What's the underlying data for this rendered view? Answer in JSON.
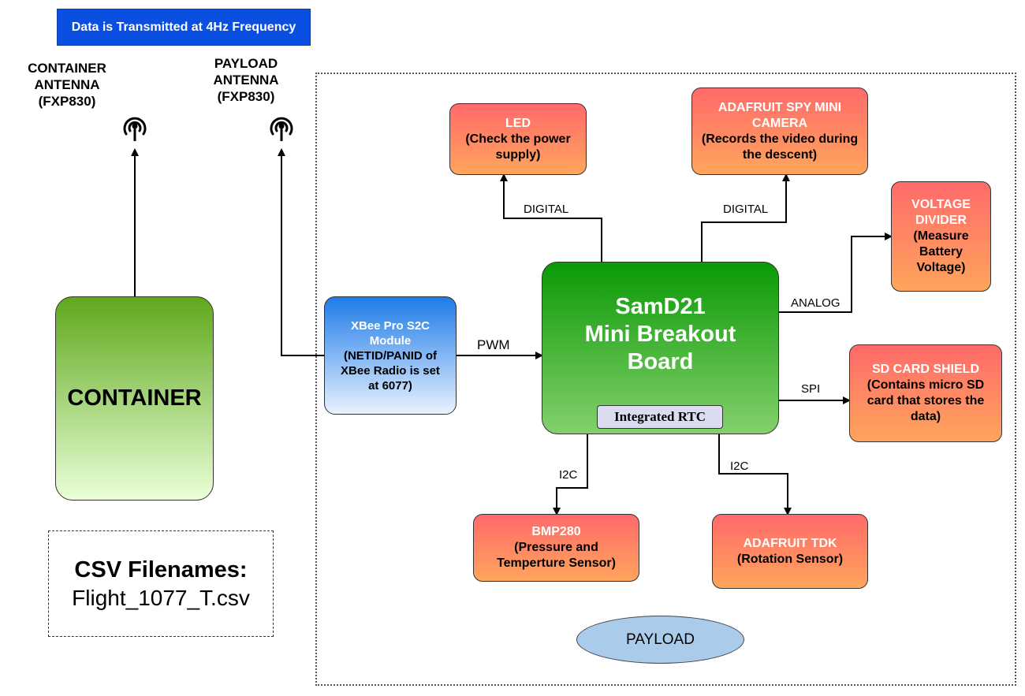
{
  "banner": "Data is Transmitted at 4Hz Frequency",
  "container_antenna": [
    "CONTAINER",
    "ANTENNA",
    "(FXP830)"
  ],
  "payload_antenna": [
    "PAYLOAD",
    "ANTENNA",
    "(FXP830)"
  ],
  "container_label": "CONTAINER",
  "xbee": [
    "XBee Pro S2C",
    "Module",
    "(NETID/PANID of",
    "XBee Radio is set",
    "at 6077)"
  ],
  "samd": [
    "SamD21",
    "Mini Breakout",
    "Board"
  ],
  "rtc": "Integrated RTC",
  "led": [
    "LED",
    "(Check the power",
    "supply)"
  ],
  "camera": [
    "ADAFRUIT SPY MINI",
    "CAMERA",
    "(Records the video during",
    "the descent)"
  ],
  "voltage": [
    "VOLTAGE",
    "DIVIDER",
    "(Measure",
    "Battery",
    "Voltage)"
  ],
  "sdcard": [
    "SD CARD SHIELD",
    "(Contains micro SD",
    "card that stores the",
    "data)"
  ],
  "bmp": [
    "BMP280",
    "(Pressure and",
    "Temperture Sensor)"
  ],
  "tdk": [
    "ADAFRUIT TDK",
    "(Rotation Sensor)"
  ],
  "edges": {
    "pwm": "PWM",
    "led_digital": "DIGITAL",
    "cam_digital": "DIGITAL",
    "analog": "ANALOG",
    "spi": "SPI",
    "i2c_bmp": "I2C",
    "i2c_tdk": "I2C"
  },
  "csv": {
    "title": "CSV Filenames:",
    "value": "Flight_1077_T.csv"
  },
  "payload_label": "PAYLOAD"
}
